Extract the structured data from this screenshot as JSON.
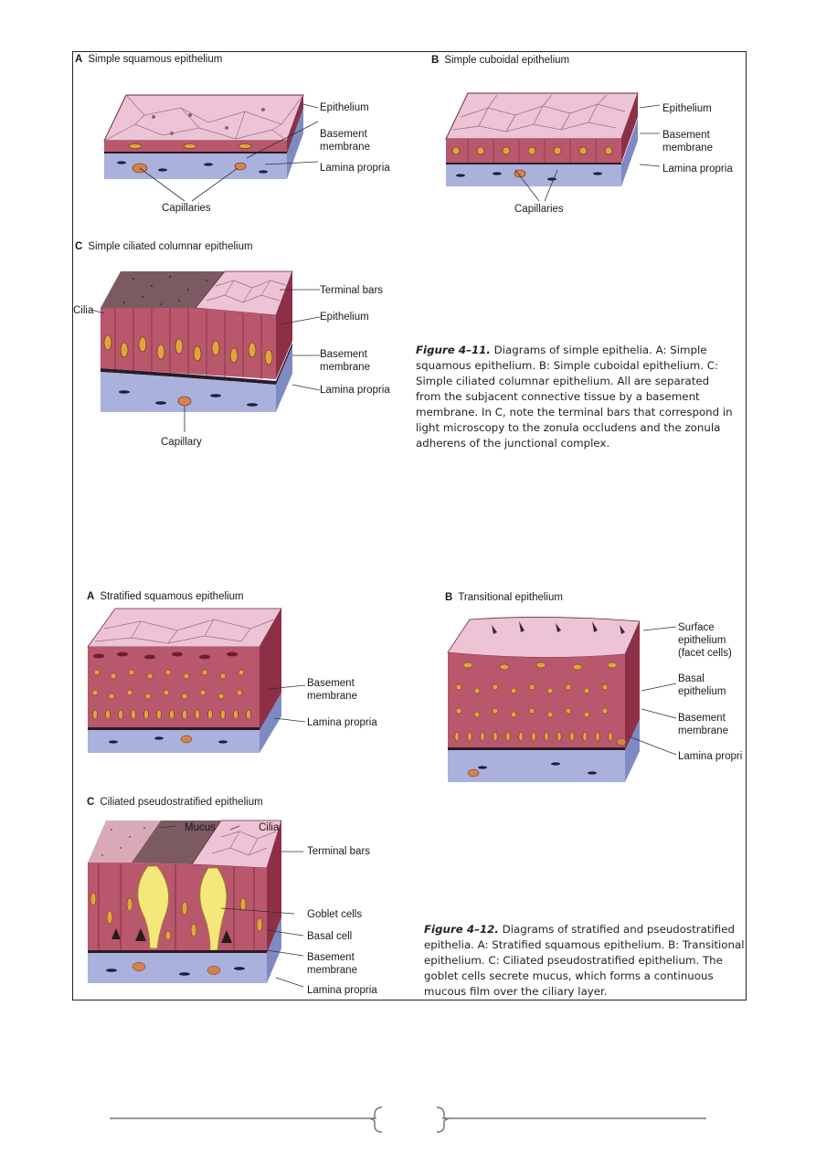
{
  "figures": [
    {
      "panels": [
        {
          "letter": "A",
          "title": "Simple squamous epithelium",
          "labels": [
            "Epithelium",
            "Basement\nmembrane",
            "Lamina propria",
            "Capillaries"
          ]
        },
        {
          "letter": "B",
          "title": "Simple cuboidal epithelium",
          "labels": [
            "Epithelium",
            "Basement\nmembrane",
            "Lamina propria",
            "Capillaries"
          ]
        },
        {
          "letter": "C",
          "title": "Simple ciliated columnar epithelium",
          "labels": [
            "Cilia",
            "Terminal bars",
            "Epithelium",
            "Basement\nmembrane",
            "Lamina propria",
            "Capillary"
          ]
        }
      ],
      "caption": {
        "figure_label": "Figure 4–11.",
        "text": "Diagrams of simple epithelia. A: Simple squamous epithelium. B: Simple cuboidal epithelium. C: Simple ciliated columnar epithelium. All are separated from the subjacent connective tissue by a basement membrane. In C, note the terminal bars that correspond in light microscopy to the zonula occludens and the zonula adherens of the junctional complex."
      }
    },
    {
      "panels": [
        {
          "letter": "A",
          "title": "Stratified squamous epithelium",
          "labels": [
            "Basement\nmembrane",
            "Lamina propria"
          ]
        },
        {
          "letter": "B",
          "title": "Transitional epithelium",
          "labels": [
            "Surface\nepithelium\n(facet cells)",
            "Basal\nepithelium",
            "Basement\nmembrane",
            "Lamina propri"
          ]
        },
        {
          "letter": "C",
          "title": "Ciliated pseudostratified epithelium",
          "labels": [
            "Mucus",
            "Cilia",
            "Terminal bars",
            "Goblet cells",
            "Basal cell",
            "Basement\nmembrane",
            "Lamina propria"
          ]
        }
      ],
      "caption": {
        "figure_label": "Figure 4–12.",
        "text": "Diagrams of stratified and pseudostratified epithelia. A: Stratified squamous epithelium. B: Transitional epithelium. C: Ciliated pseudostratified epithelium. The goblet cells secrete mucus, which forms a continuous mucous film over the ciliary layer."
      }
    }
  ],
  "colors": {
    "epithelium_top": "#ecc4d6",
    "epithelium_side": "#b9576c",
    "epithelium_dark": "#8e2f48",
    "nucleus": "#e0a53c",
    "lamina": "#a9b1dc",
    "lamina_side": "#7f8ac4",
    "basement": "#2a1a2a",
    "mucus": "#f3e879"
  }
}
